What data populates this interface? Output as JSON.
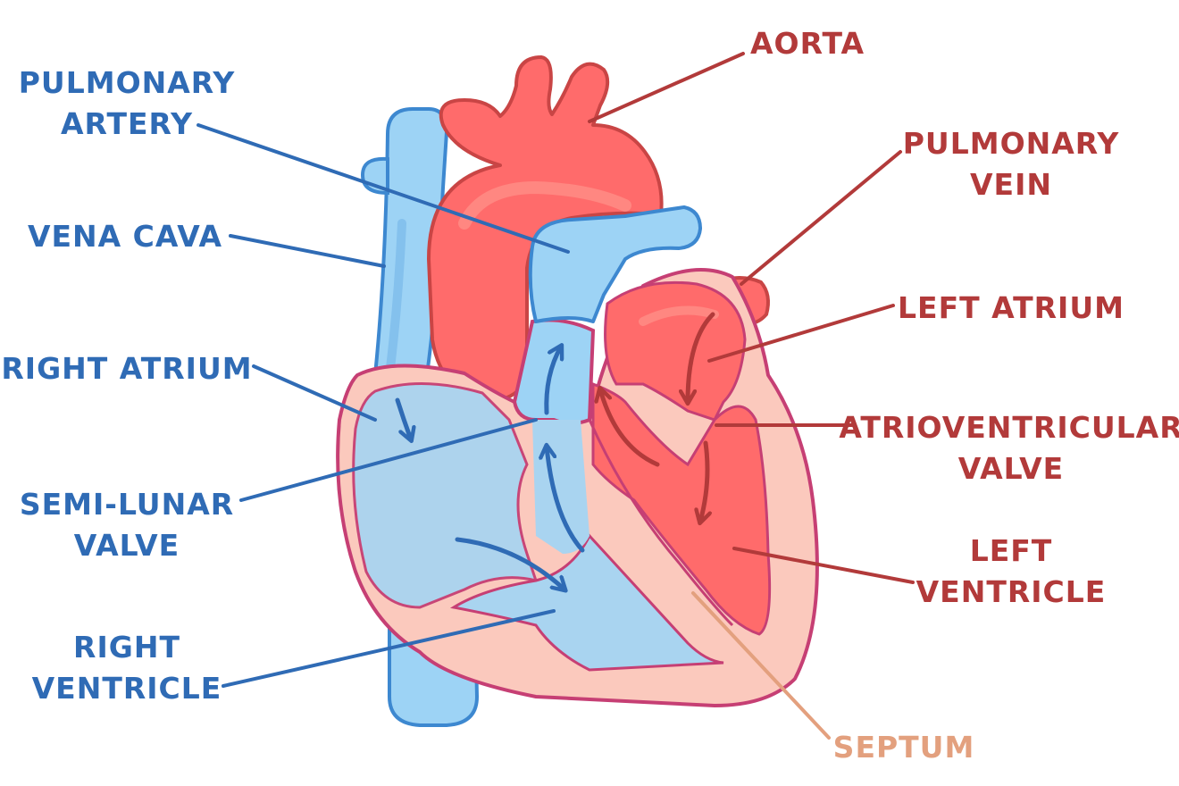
{
  "labels": {
    "pulmonary_artery": {
      "line1": "PULMONARY",
      "line2": "ARTERY"
    },
    "vena_cava": "VENA CAVA",
    "right_atrium": "RIGHT ATRIUM",
    "semi_lunar_valve": {
      "line1": "SEMI-LUNAR",
      "line2": "VALVE"
    },
    "right_ventricle": {
      "line1": "RIGHT",
      "line2": "VENTRICLE"
    },
    "aorta": "AORTA",
    "pulmonary_vein": {
      "line1": "PULMONARY",
      "line2": "VEIN"
    },
    "left_atrium": "LEFT ATRIUM",
    "atrioventricular_valve": {
      "line1": "ATRIOVENTRICULAR",
      "line2": "VALVE"
    },
    "left_ventricle": {
      "line1": "LEFT",
      "line2": "VENTRICLE"
    },
    "septum": "SEPTUM"
  },
  "colors": {
    "deoxygenated": "#9dd3f5",
    "deoxygenated_stroke": "#3d88d0",
    "oxygenated": "#ff6b6b",
    "oxygenated_stroke": "#c94545",
    "heart_wall": "#fbc9bd",
    "heart_wall_stroke": "#c63f74",
    "label_blue": "#2f6bb5",
    "label_red": "#b23a3a",
    "label_septum": "#e3a07e"
  }
}
